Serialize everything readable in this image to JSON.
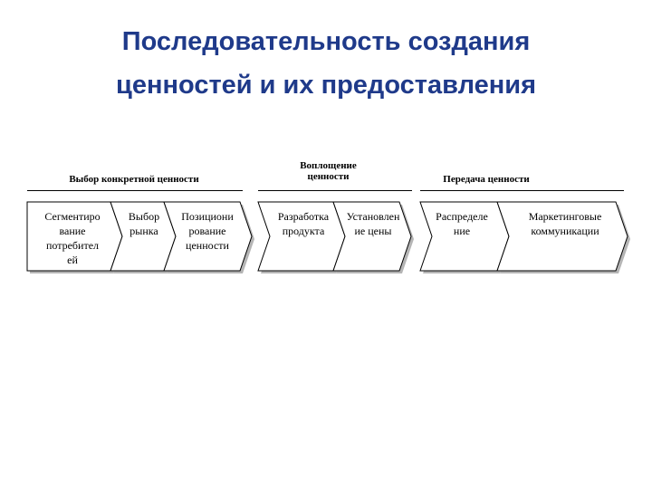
{
  "slide": {
    "title_line1": "Последовательность создания",
    "title_line2": "ценностей и их предоставления"
  },
  "groups": [
    {
      "label": "Выбор конкретной ценности"
    },
    {
      "label_line1": "Воплощение",
      "label_line2": "ценности"
    },
    {
      "label": "Передача ценности"
    }
  ],
  "steps": [
    {
      "lines": [
        "Сегментиро",
        "вание",
        "потребител",
        "ей"
      ]
    },
    {
      "lines": [
        "Выбор",
        "рынка"
      ]
    },
    {
      "lines": [
        "Позициони",
        "рование",
        "ценности"
      ]
    },
    {
      "lines": [
        "Разработка",
        "продукта"
      ]
    },
    {
      "lines": [
        "Установлен",
        "ие цены"
      ]
    },
    {
      "lines": [
        "Распределе",
        "ние"
      ]
    },
    {
      "lines": [
        "Маркетинговые",
        "коммуникации"
      ]
    }
  ],
  "colors": {
    "title": "#1f3a8a",
    "shape_fill": "#ffffff",
    "shape_stroke": "#000000",
    "shadow": "#b5b5b5"
  }
}
